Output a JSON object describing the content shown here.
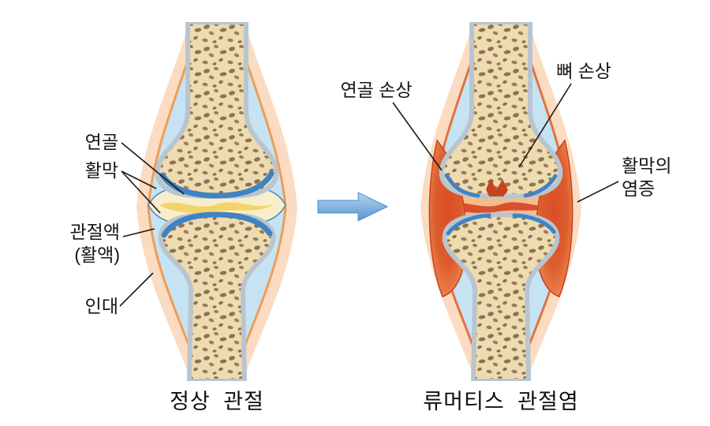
{
  "diagram": {
    "left": {
      "caption": "정상 관절",
      "labels": {
        "cartilage": "연골",
        "synovium": "활막",
        "joint_fluid": "관절액\n(활액)",
        "ligament": "인대"
      }
    },
    "right": {
      "caption": "류머티스 관절염",
      "labels": {
        "cartilage_damage": "연골 손상",
        "bone_damage": "뼈 손상",
        "synovium_inflammation": "활막의\n염증"
      }
    },
    "arrow": {
      "direction": "right",
      "color": "#5b9bd5"
    },
    "colors": {
      "skin_capsule": "#fbdcc2",
      "capsule_line": "#ee9d57",
      "synovial_blue": "#c6e3f3",
      "cartilage_blue": "#3f83c4",
      "bone_marrow": "#eedbb0",
      "bone_speckle": "#8d7254",
      "bone_cortex": "#b9c5ce",
      "joint_fluid_cream": "#f9eecb",
      "joint_fluid_yellow": "#f3d46a",
      "inflammation_red": "#d94e26",
      "inflammation_orange": "#f0955c",
      "label_text": "#151515"
    }
  }
}
